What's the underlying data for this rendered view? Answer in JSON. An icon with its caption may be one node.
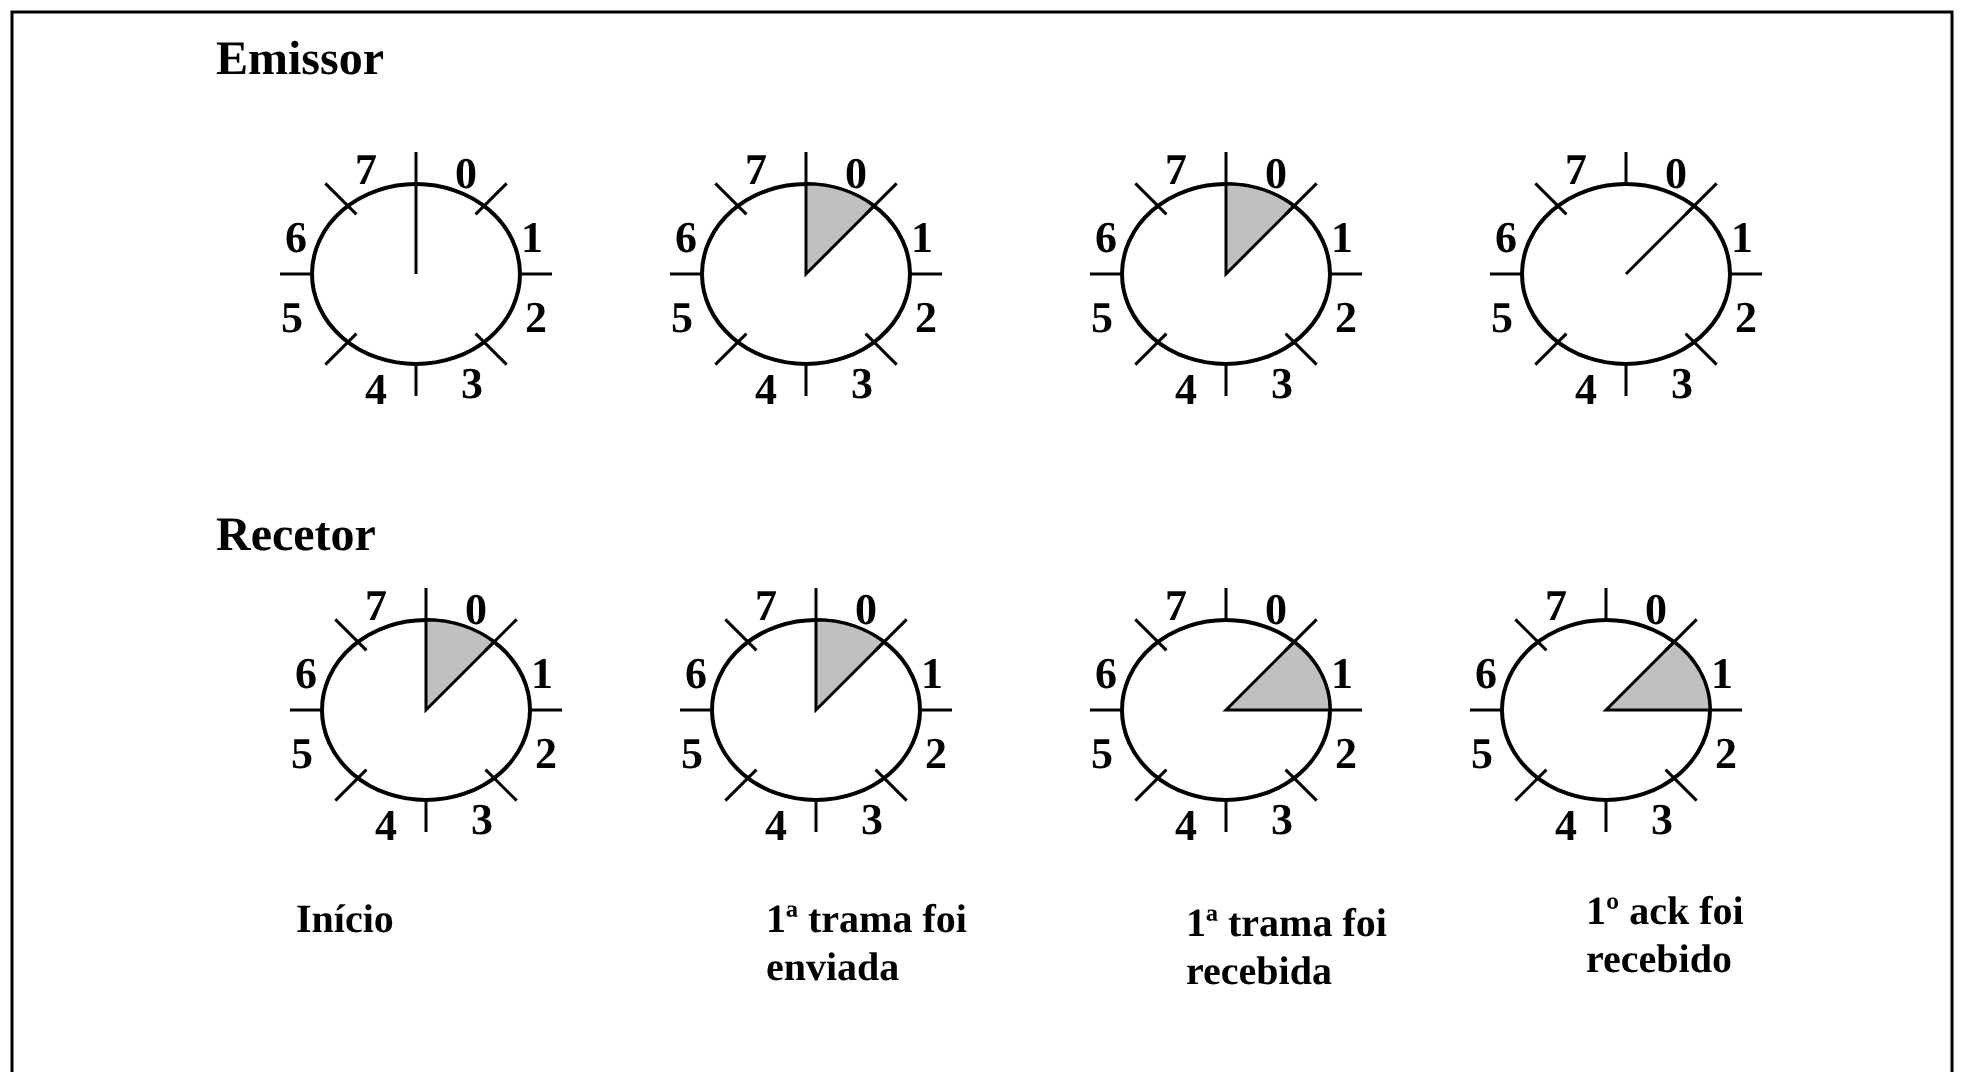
{
  "diagram": {
    "nodes": [
      {
        "text": [
          "7",
          "0",
          "6",
          "1",
          "5",
          "2",
          "4",
          "3"
        ]
      },
      {
        "text": [
          "7",
          "0",
          "6",
          "1",
          "5",
          "2",
          "4",
          "3"
        ]
      },
      {
        "text": [
          "7",
          "0",
          "6",
          "1",
          "5",
          "2",
          "4",
          "3"
        ]
      },
      {
        "text": [
          "7",
          "0",
          "6",
          "1",
          "5",
          "2",
          "4",
          "3"
        ]
      },
      {
        "text": [
          "7",
          "0",
          "6",
          "1",
          "5",
          "2",
          "4",
          "3"
        ]
      },
      {
        "text": [
          "7",
          "0",
          "6",
          "1",
          "5",
          "2",
          "4",
          "3"
        ]
      },
      {
        "text": [
          "7",
          "0",
          "6",
          "1",
          "5",
          "2",
          "4",
          "3"
        ]
      },
      {
        "text": [
          "7",
          "0",
          "6",
          "1",
          "5",
          "2",
          "4",
          "3"
        ]
      }
    ],
    "labels": [
      "Emissor",
      "Recetor",
      "Início",
      "1ª trama foi enviada",
      "1ª trama foi recebida",
      "1º ack foi recebido"
    ]
  }
}
